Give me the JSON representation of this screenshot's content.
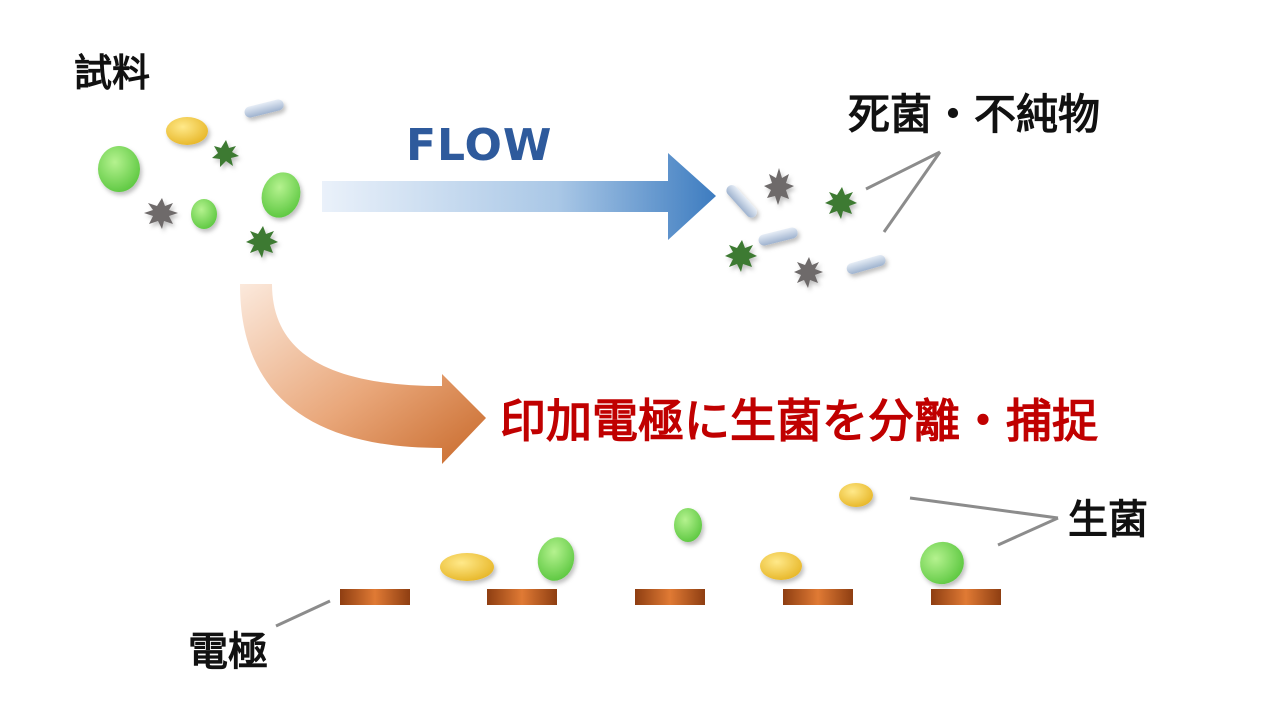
{
  "labels": {
    "sample": "試料",
    "flow": "FLOW",
    "dead_impurities": "死菌・不純物",
    "capture_statement": "印加電極に生菌を分離・捕捉",
    "live_bacteria": "生菌",
    "electrode": "電極"
  },
  "colors": {
    "flow_arrow_end": "#3d7cc0",
    "capture_arrow_end": "#c8692a",
    "capture_text": "#c00000",
    "flow_text": "#2e5a9c",
    "live_green": "#6dd84a",
    "live_yellow": "#f2c42c",
    "dead_spiky_green": "#3c7a30",
    "impurity_spiky_gray": "#6e6a6a",
    "impurity_rod": "#b4c4dc",
    "electrode_copper": "#a8501a"
  },
  "icons": [
    "live-bacterium-green-icon",
    "live-bacterium-yellow-icon",
    "dead-bacterium-spiky-icon",
    "impurity-spiky-icon",
    "impurity-rod-icon",
    "electrode-plate-icon"
  ],
  "electrode_count": 5
}
